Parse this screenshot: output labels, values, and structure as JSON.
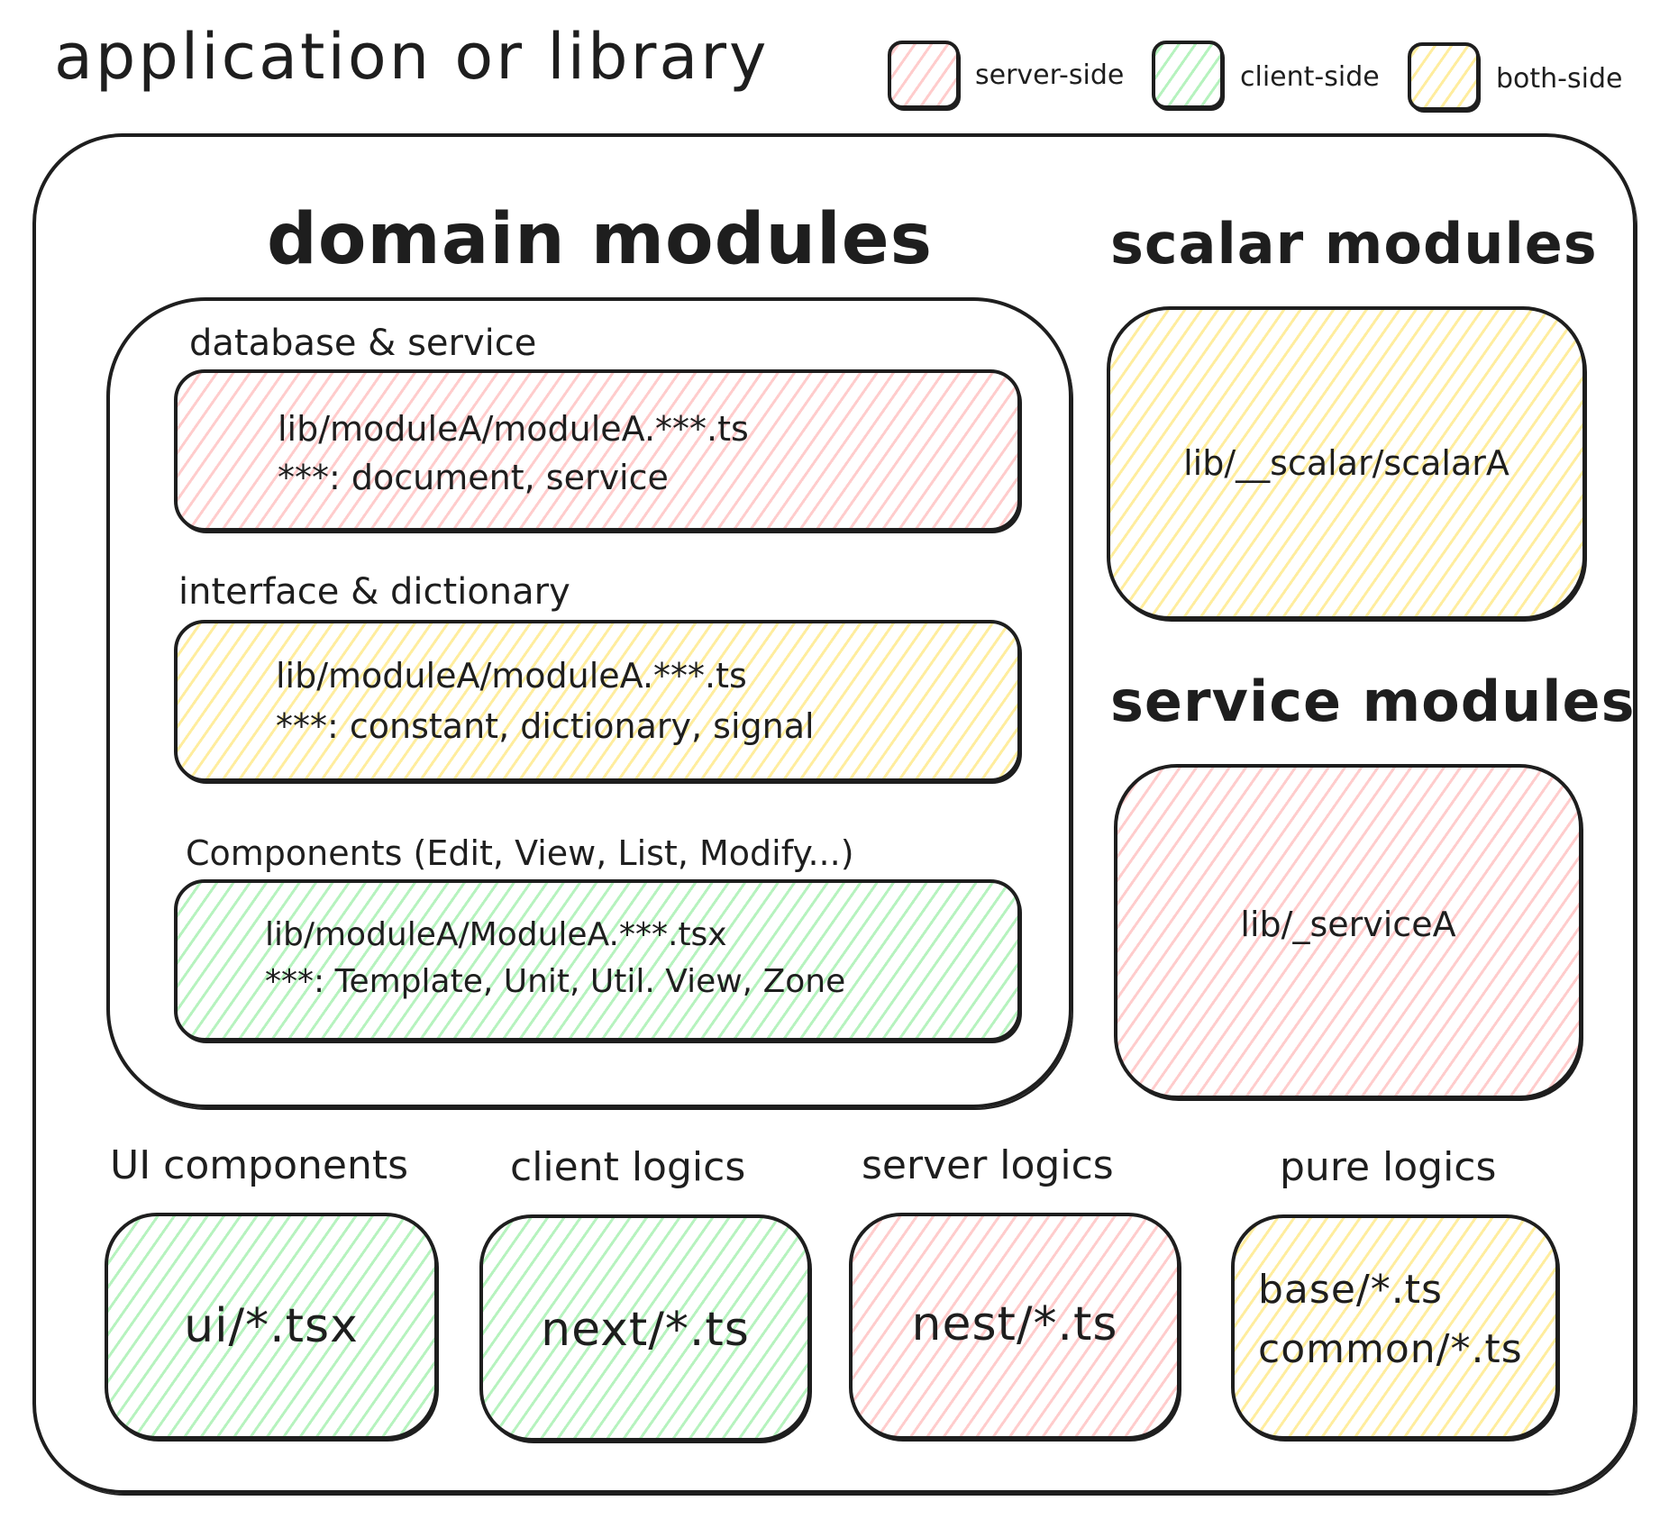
{
  "title": "application or library",
  "legend": [
    {
      "label": "server-side",
      "color": "#ffc9c9"
    },
    {
      "label": "client-side",
      "color": "#b2f2bb"
    },
    {
      "label": "both-side",
      "color": "#ffec99"
    }
  ],
  "domain": {
    "title": "domain modules",
    "sections": [
      {
        "label": "database & service",
        "line1": "lib/moduleA/moduleA.***.ts",
        "line2": "***: document, service",
        "color": "#ffc9c9"
      },
      {
        "label": "interface & dictionary",
        "line1": "lib/moduleA/moduleA.***.ts",
        "line2": "***: constant, dictionary, signal",
        "color": "#ffec99"
      },
      {
        "label": "Components (Edit, View, List, Modify...)",
        "line1": "lib/moduleA/ModuleA.***.tsx",
        "line2": "***: Template, Unit, Util. View, Zone",
        "color": "#b2f2bb"
      }
    ]
  },
  "scalar": {
    "title": "scalar modules",
    "path": "lib/__scalar/scalarA",
    "color": "#ffec99"
  },
  "service": {
    "title": "service modules",
    "path": "lib/_serviceA",
    "color": "#ffc9c9"
  },
  "bottom": [
    {
      "label": "UI components",
      "line1": "ui/*.tsx",
      "line2": "",
      "color": "#b2f2bb"
    },
    {
      "label": "client logics",
      "line1": "next/*.ts",
      "line2": "",
      "color": "#b2f2bb"
    },
    {
      "label": "server logics",
      "line1": "nest/*.ts",
      "line2": "",
      "color": "#ffc9c9"
    },
    {
      "label": "pure logics",
      "line1": "base/*.ts",
      "line2": "common/*.ts",
      "color": "#ffec99"
    }
  ]
}
